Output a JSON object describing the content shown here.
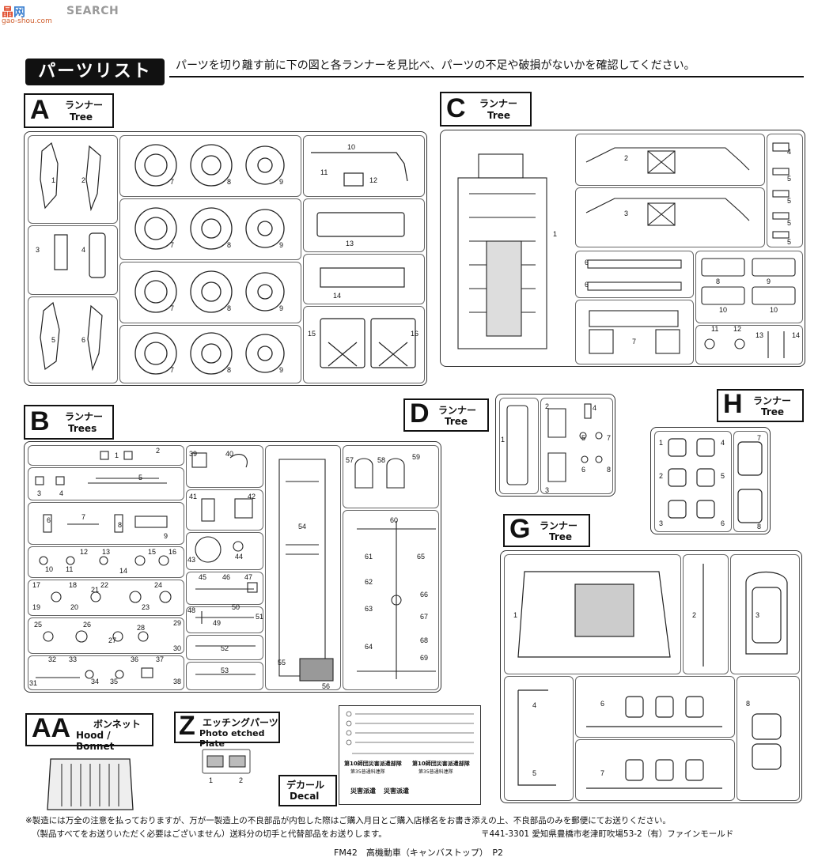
{
  "watermark": {
    "logo": "晶",
    "logo2": "网",
    "brand": "SEARCH",
    "url": "gao-shou.com"
  },
  "header": {
    "title": "パーツリスト",
    "instruction": "パーツを切り離す前に下の図と各ランナーを見比べ、パーツの不足や破損がないかを確認してください。"
  },
  "trees": {
    "A": {
      "letter": "A",
      "jp": "ランナー",
      "en": "Tree"
    },
    "B": {
      "letter": "B",
      "jp": "ランナー",
      "en": "Trees"
    },
    "C": {
      "letter": "C",
      "jp": "ランナー",
      "en": "Tree"
    },
    "D": {
      "letter": "D",
      "jp": "ランナー",
      "en": "Tree"
    },
    "H": {
      "letter": "H",
      "jp": "ランナー",
      "en": "Tree"
    },
    "G": {
      "letter": "G",
      "jp": "ランナー",
      "en": "Tree"
    },
    "AA": {
      "letter": "AA",
      "jp": "ボンネット",
      "en": "Hood / Bonnet"
    },
    "Z": {
      "letter": "Z",
      "jp": "エッチングパーツ",
      "en": "Photo etched Plate"
    },
    "DECAL": {
      "jp": "デカール",
      "en": "Decal"
    }
  },
  "part_numbers": {
    "A": [
      "1",
      "2",
      "3",
      "4",
      "5",
      "6",
      "7",
      "8",
      "9",
      "7",
      "8",
      "9",
      "7",
      "8",
      "9",
      "7",
      "8",
      "9",
      "10",
      "11",
      "12",
      "13",
      "14",
      "15",
      "16"
    ],
    "B": [
      "1",
      "2",
      "3",
      "4",
      "5",
      "6",
      "7",
      "8",
      "9",
      "10",
      "11",
      "12",
      "13",
      "14",
      "15",
      "16",
      "17",
      "18",
      "19",
      "20",
      "21",
      "22",
      "23",
      "24",
      "25",
      "26",
      "27",
      "28",
      "29",
      "30",
      "31",
      "32",
      "33",
      "34",
      "35",
      "36",
      "37",
      "38",
      "39",
      "40",
      "41",
      "42",
      "43",
      "44",
      "45",
      "46",
      "47",
      "48",
      "49",
      "50",
      "51",
      "52",
      "53",
      "54",
      "55",
      "56",
      "57",
      "58",
      "59",
      "60",
      "61",
      "62",
      "63",
      "64",
      "65",
      "66",
      "67",
      "68",
      "69"
    ],
    "C": [
      "1",
      "2",
      "3",
      "4",
      "5",
      "5",
      "5",
      "5",
      "6",
      "6",
      "8",
      "9",
      "10",
      "10",
      "7",
      "11",
      "12",
      "13",
      "14"
    ],
    "D": [
      "1",
      "2",
      "3",
      "4",
      "5",
      "6",
      "7",
      "8"
    ],
    "H": [
      "1",
      "2",
      "3",
      "4",
      "5",
      "6",
      "7",
      "8"
    ],
    "G": [
      "1",
      "2",
      "3",
      "4",
      "5",
      "6",
      "7",
      "8"
    ],
    "Z": [
      "1",
      "2"
    ]
  },
  "decal_text": {
    "unit_a": "第10師団災害派遣部隊",
    "unit_a_sub": "第35普通科連隊",
    "unit_b": "第10師団災害派遣部隊",
    "unit_b_sub": "第35普通科連隊",
    "mark_a": "災害派遣",
    "mark_b": "災害派遣"
  },
  "footer": {
    "line1": "※製造には万全の注意を払っておりますが、万が一製造上の不良部品が内包した際はご購入月日とご購入店様名をお書き添えの上、不良部品のみを郵便にてお送りください。",
    "line2": "（製品すべてをお送りいただく必要はございません）送料分の切手と代替部品をお送りします。",
    "address": "〒441-3301 愛知県豊橋市老津町吹場53-2（有）ファインモールド",
    "page": "FM42　高機動車（キャンバストップ）　P2"
  }
}
